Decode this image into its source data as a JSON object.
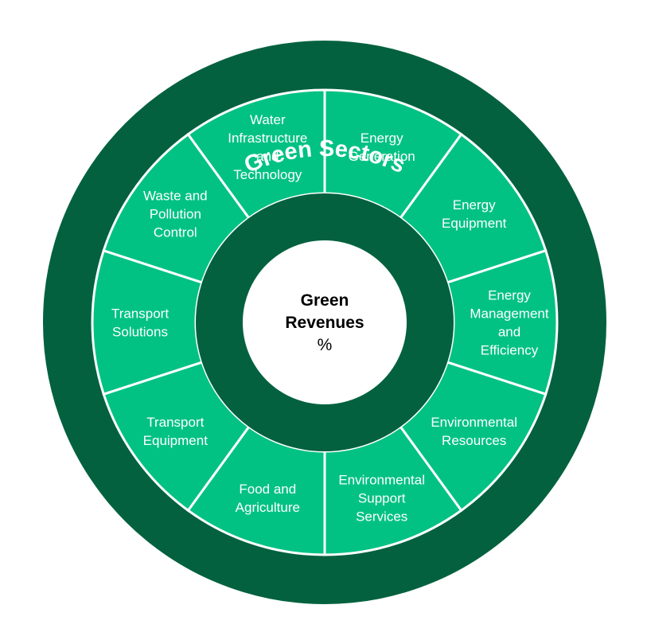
{
  "title": "Green Sectors",
  "center": {
    "lines": [
      "Green",
      "Revenues",
      "%"
    ]
  },
  "sectors": [
    {
      "lines": [
        "Energy",
        "Generation"
      ]
    },
    {
      "lines": [
        "Energy",
        "Equipment"
      ]
    },
    {
      "lines": [
        "Energy",
        "Management",
        "and",
        "Efficiency"
      ]
    },
    {
      "lines": [
        "Environmental",
        "Resources"
      ]
    },
    {
      "lines": [
        "Environmental",
        "Support",
        "Services"
      ]
    },
    {
      "lines": [
        "Food and",
        "Agriculture"
      ]
    },
    {
      "lines": [
        "Transport",
        "Equipment"
      ]
    },
    {
      "lines": [
        "Transport",
        "Solutions"
      ]
    },
    {
      "lines": [
        "Waste and",
        "Pollution",
        "Control"
      ]
    },
    {
      "lines": [
        "Water",
        "Infrastructure",
        "and",
        "Technology"
      ]
    }
  ],
  "colors": {
    "outer_ring": "#03613f",
    "sector_fill": "#02c283",
    "sector_border": "#ffffff",
    "inner_ring": "#03613f",
    "center_fill": "#ffffff",
    "sector_text": "#ffffff",
    "center_text": "#000000",
    "title_text": "#ffffff"
  }
}
